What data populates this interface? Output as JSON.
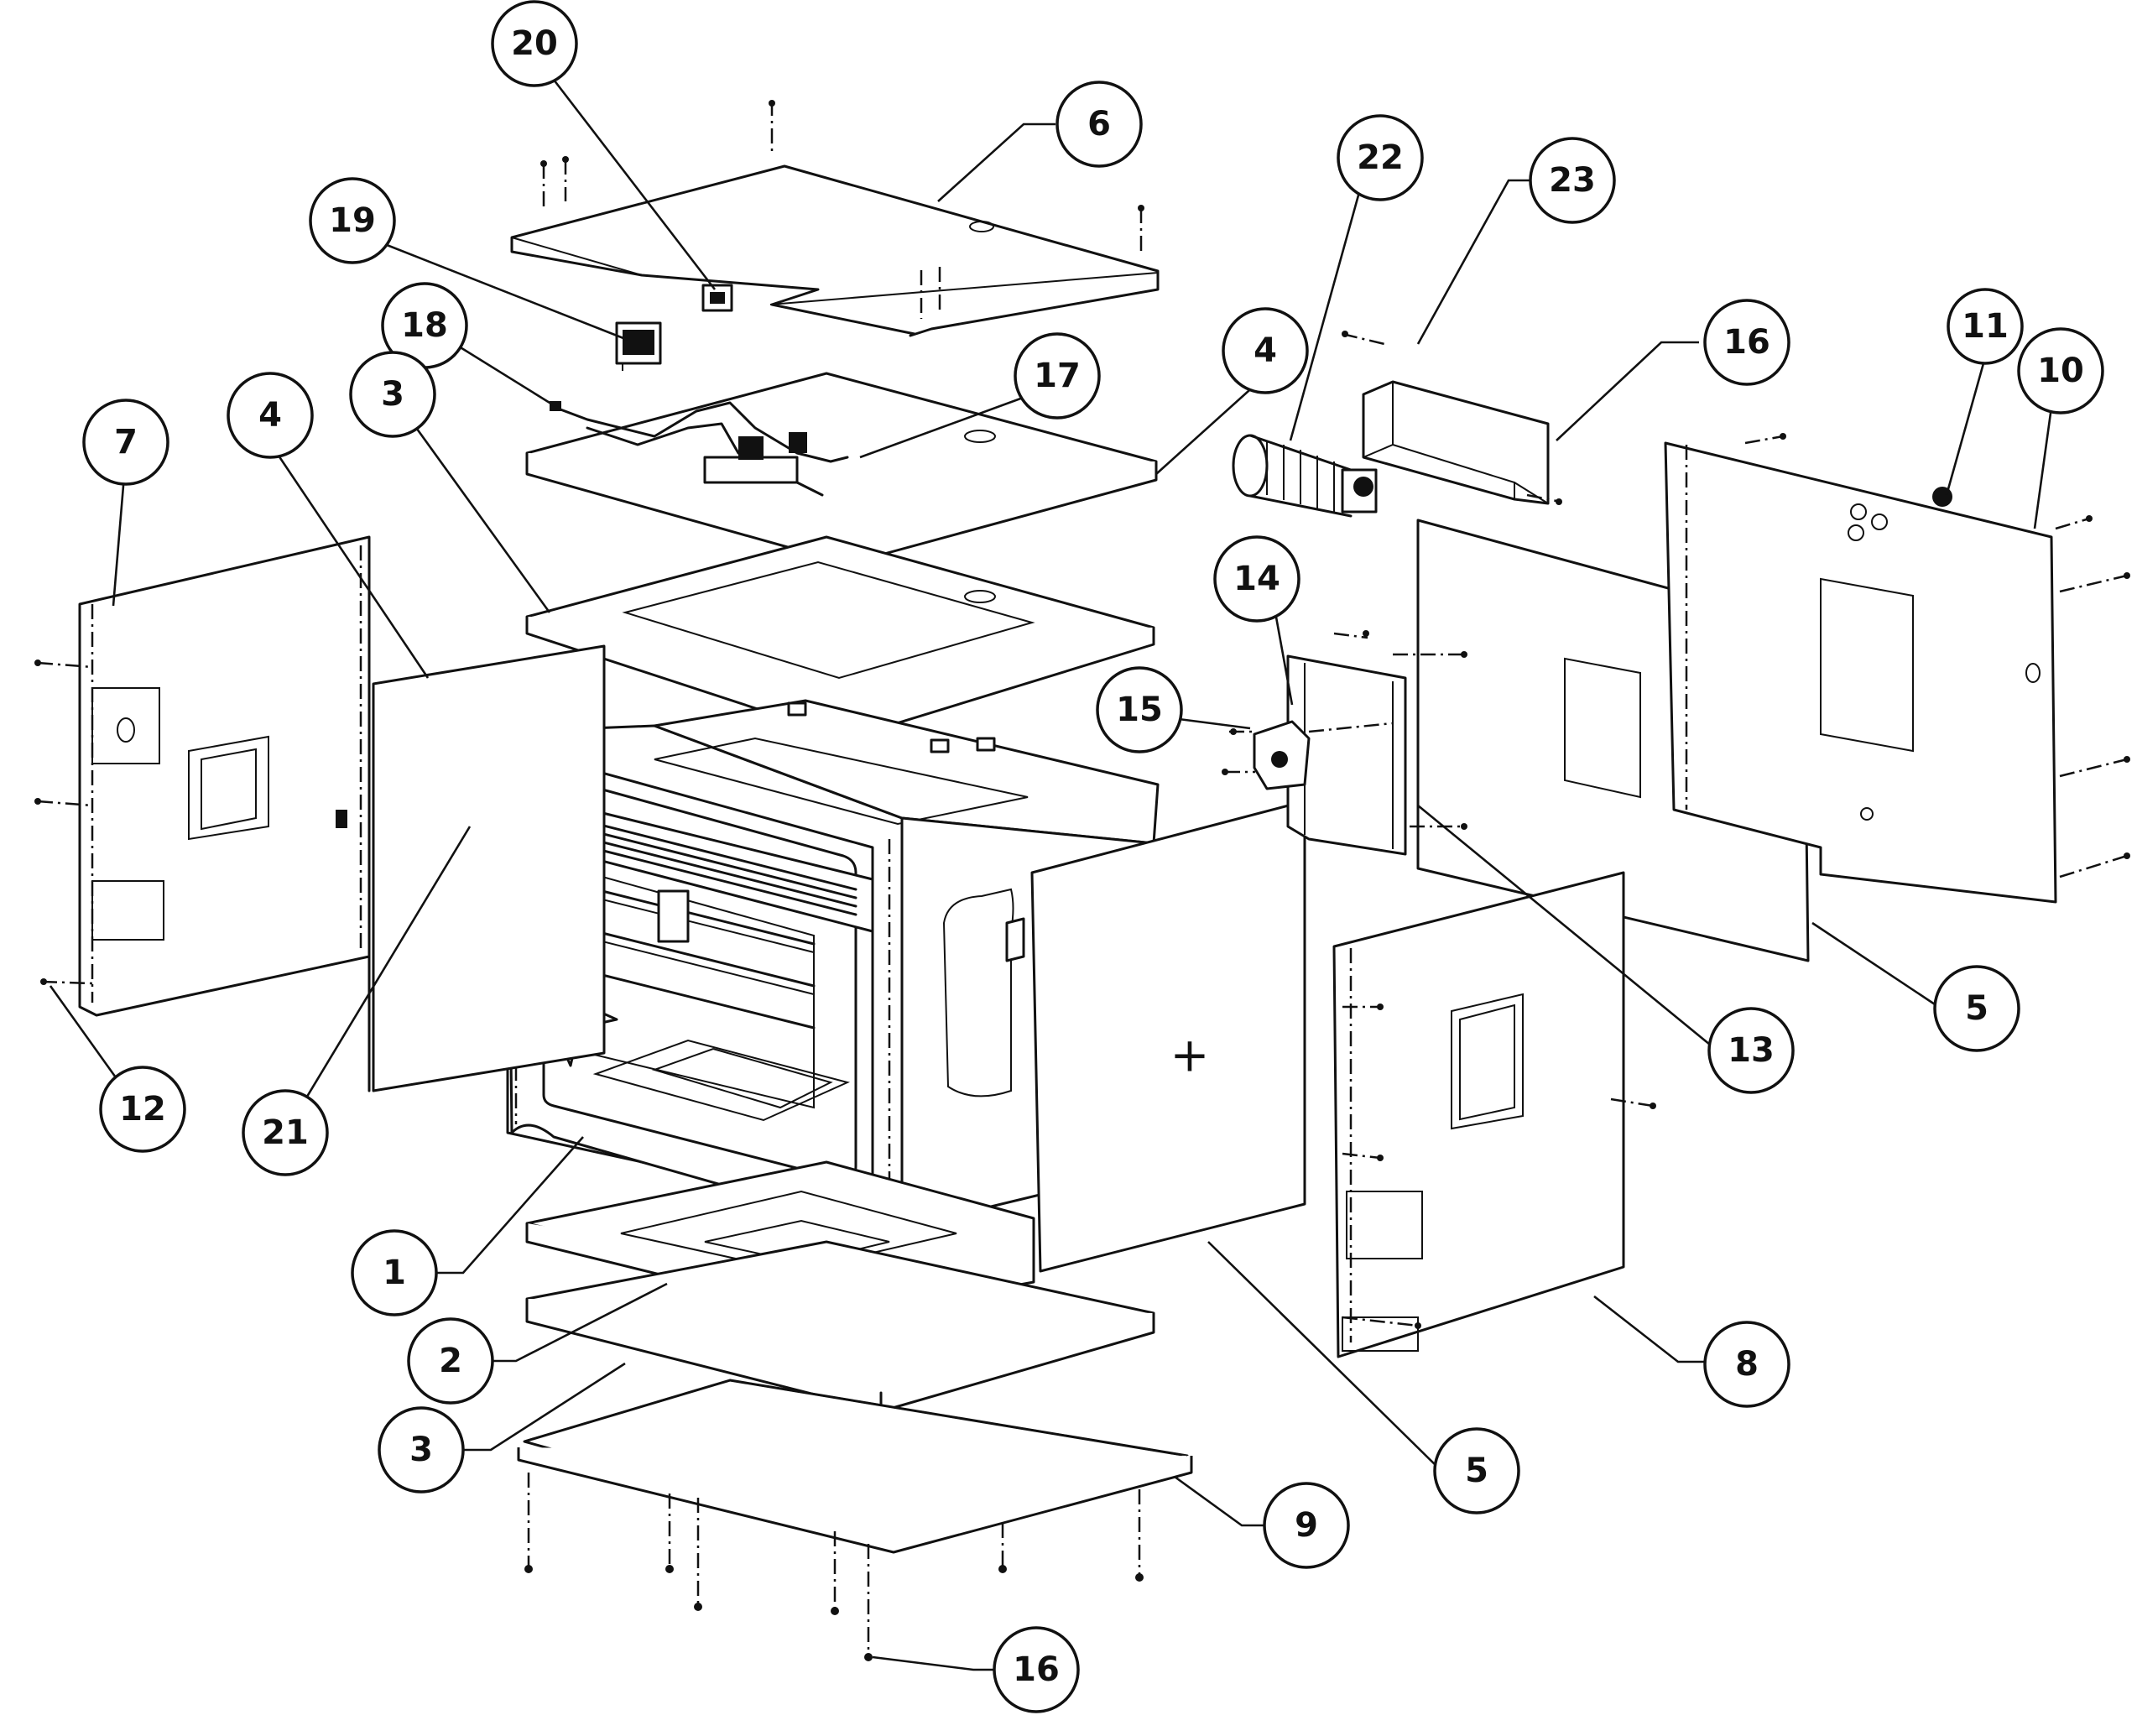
{
  "diagram": {
    "callouts": [
      {
        "id": "c20",
        "label": "20"
      },
      {
        "id": "c6",
        "label": "6"
      },
      {
        "id": "c22",
        "label": "22"
      },
      {
        "id": "c23",
        "label": "23"
      },
      {
        "id": "c19",
        "label": "19"
      },
      {
        "id": "c18",
        "label": "18"
      },
      {
        "id": "c17",
        "label": "17"
      },
      {
        "id": "c4a",
        "label": "4"
      },
      {
        "id": "c16a",
        "label": "16"
      },
      {
        "id": "c11",
        "label": "11"
      },
      {
        "id": "c10",
        "label": "10"
      },
      {
        "id": "c7",
        "label": "7"
      },
      {
        "id": "c4b",
        "label": "4"
      },
      {
        "id": "c3a",
        "label": "3"
      },
      {
        "id": "c14",
        "label": "14"
      },
      {
        "id": "c15",
        "label": "15"
      },
      {
        "id": "c5a",
        "label": "5"
      },
      {
        "id": "c13",
        "label": "13"
      },
      {
        "id": "c12",
        "label": "12"
      },
      {
        "id": "c21",
        "label": "21"
      },
      {
        "id": "c1",
        "label": "1"
      },
      {
        "id": "c2",
        "label": "2"
      },
      {
        "id": "c8",
        "label": "8"
      },
      {
        "id": "c3b",
        "label": "3"
      },
      {
        "id": "c5b",
        "label": "5"
      },
      {
        "id": "c9",
        "label": "9"
      },
      {
        "id": "c16b",
        "label": "16"
      }
    ],
    "center_mark": "+"
  }
}
